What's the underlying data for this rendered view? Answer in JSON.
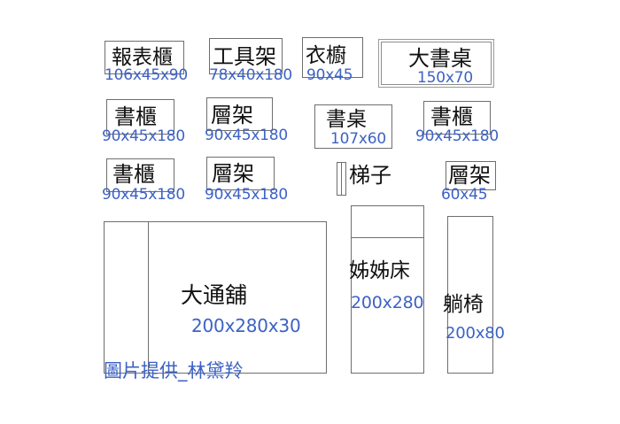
{
  "diagram": {
    "title": "furniture layout plan",
    "credit": "圖片提供_林黛羚",
    "accent_color": "#3d62c4",
    "line_color": "#6e6e6e",
    "background": "#ffffff"
  },
  "items": [
    {
      "id": "report-cabinet",
      "label": "報表櫃",
      "dim": "106x45x90"
    },
    {
      "id": "tool-rack",
      "label": "工具架",
      "dim": "78x40x180"
    },
    {
      "id": "wardrobe",
      "label": "衣櫥",
      "dim": "90x45"
    },
    {
      "id": "big-desk",
      "label": "大書桌",
      "dim": "150x70"
    },
    {
      "id": "bookcase-1",
      "label": "書櫃",
      "dim": "90x45x180"
    },
    {
      "id": "shelf-1",
      "label": "層架",
      "dim": "90x45x180"
    },
    {
      "id": "desk",
      "label": "書桌",
      "dim": "107x60"
    },
    {
      "id": "bookcase-2",
      "label": "書櫃",
      "dim": "90x45x180"
    },
    {
      "id": "bookcase-3",
      "label": "書櫃",
      "dim": "90x45x180"
    },
    {
      "id": "shelf-2",
      "label": "層架",
      "dim": "90x45x180"
    },
    {
      "id": "ladder",
      "label": "梯子",
      "dim": ""
    },
    {
      "id": "shelf-3",
      "label": "層架",
      "dim": "60x45"
    },
    {
      "id": "big-platform-bed",
      "label": "大通舖",
      "dim": "200x280x30"
    },
    {
      "id": "sister-bed",
      "label": "姊姊床",
      "dim": "200x280"
    },
    {
      "id": "recliner",
      "label": "躺椅",
      "dim": "200x80"
    }
  ]
}
